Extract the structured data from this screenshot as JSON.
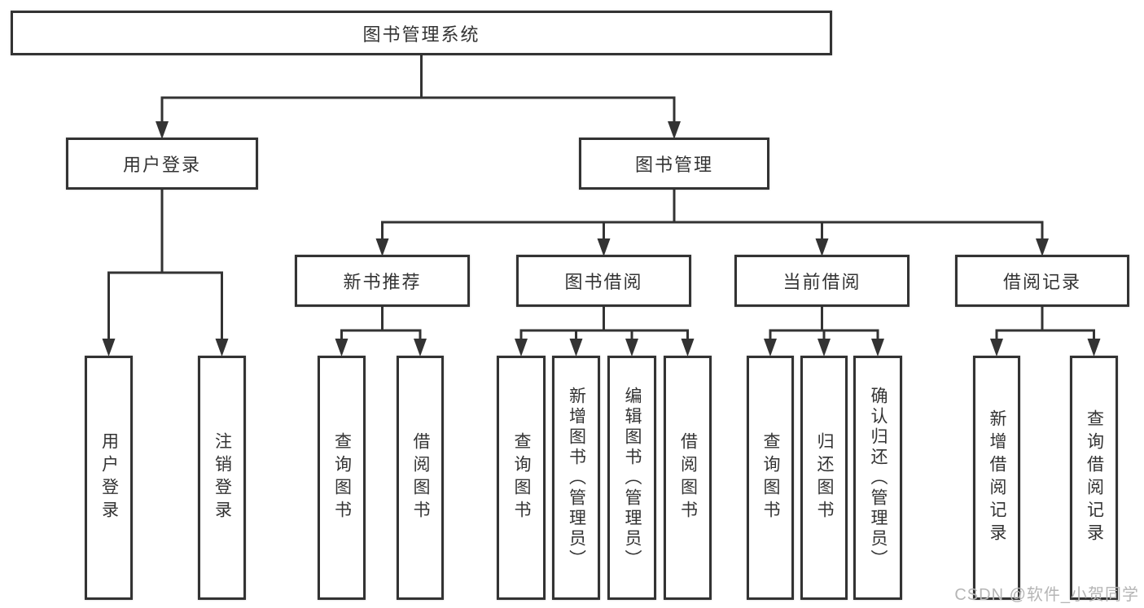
{
  "tree": {
    "root": {
      "label": "图书管理系统"
    },
    "branches": [
      {
        "label": "用户登录",
        "children": [
          {
            "label": "用户登录"
          },
          {
            "label": "注销登录"
          }
        ]
      },
      {
        "label": "图书管理",
        "children": [
          {
            "label": "新书推荐",
            "children": [
              {
                "label": "查询图书"
              },
              {
                "label": "借阅图书"
              }
            ]
          },
          {
            "label": "图书借阅",
            "children": [
              {
                "label": "查询图书"
              },
              {
                "label": "新增图书（管理员）"
              },
              {
                "label": "编辑图书（管理员）"
              },
              {
                "label": "借阅图书"
              }
            ]
          },
          {
            "label": "当前借阅",
            "children": [
              {
                "label": "查询图书"
              },
              {
                "label": "归还图书"
              },
              {
                "label": "确认归还（管理员）"
              }
            ]
          },
          {
            "label": "借阅记录",
            "children": [
              {
                "label": "新增借阅记录"
              },
              {
                "label": "查询借阅记录"
              }
            ]
          }
        ]
      }
    ]
  },
  "watermark": {
    "text": "CSDN @软件_小贺同学"
  },
  "colors": {
    "line": "#333333",
    "box_border": "#333333",
    "text": "#333333",
    "background": "#ffffff",
    "watermark": "#b5b5b5"
  }
}
